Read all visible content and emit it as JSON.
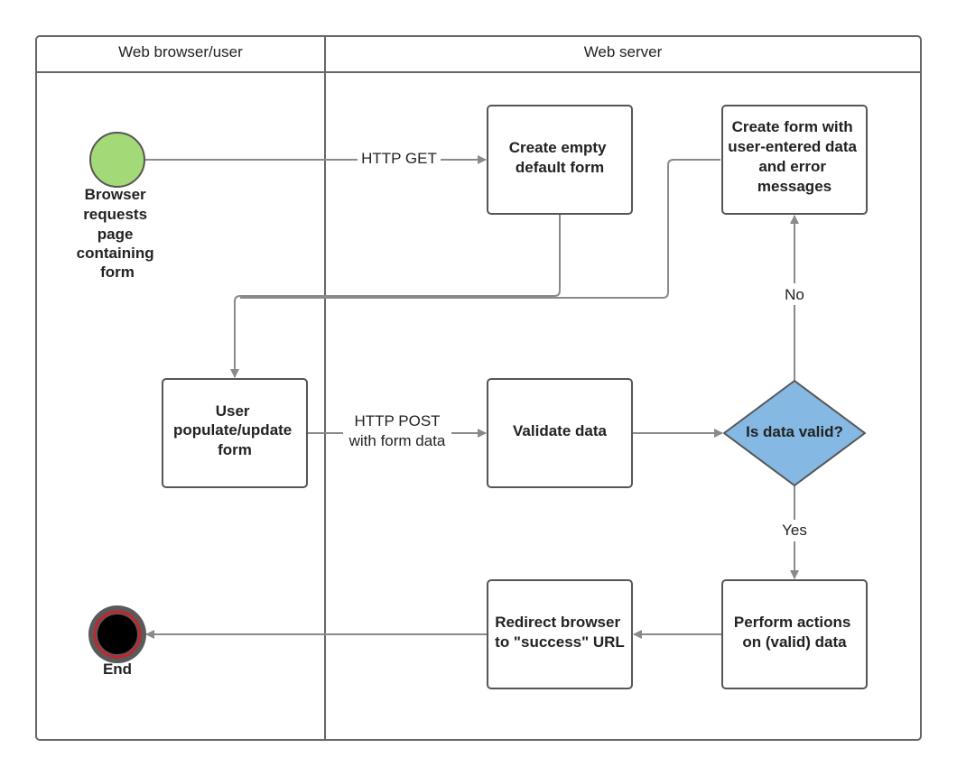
{
  "lanes": {
    "browser": "Web browser/user",
    "server": "Web server"
  },
  "nodes": {
    "start": {
      "label": [
        "Browser",
        "requests",
        "page",
        "containing",
        "form"
      ],
      "color": "#a3d977"
    },
    "create_empty": {
      "label": [
        "Create empty",
        "default form"
      ]
    },
    "create_error": {
      "label": [
        "Create form with",
        "user-entered data",
        "and error",
        "messages"
      ]
    },
    "user_update": {
      "label": [
        "User",
        "populate/update",
        "form"
      ]
    },
    "validate": {
      "label": [
        "Validate data"
      ]
    },
    "decision": {
      "label": [
        "Is data valid?"
      ],
      "color": "#85b8e3"
    },
    "redirect": {
      "label": [
        "Redirect browser",
        "to \"success\" URL"
      ]
    },
    "perform": {
      "label": [
        "Perform actions",
        "on (valid) data"
      ]
    },
    "end": {
      "label": [
        "End"
      ],
      "ring_color": "#c0272d"
    }
  },
  "edges": {
    "http_get": "HTTP GET",
    "http_post": [
      "HTTP POST",
      "with form data"
    ],
    "no": "No",
    "yes": "Yes"
  }
}
